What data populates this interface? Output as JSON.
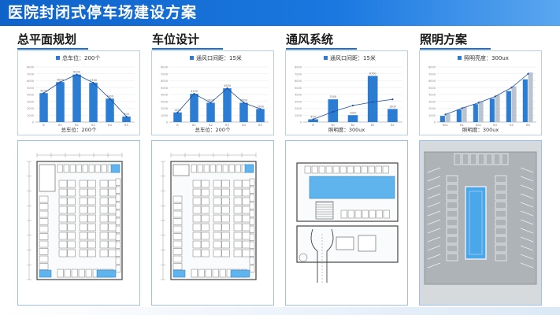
{
  "header": {
    "title": "医院封闭式停车场建设方案"
  },
  "sections": [
    {
      "title": "总平面规划"
    },
    {
      "title": "车位设计"
    },
    {
      "title": "通风系统"
    },
    {
      "title": "照明方案"
    }
  ],
  "colors": {
    "bar": "#2b7dd3",
    "bar_light": "#b8c4d0",
    "line": "#1f4e9e",
    "header": "#1266cc"
  },
  "chart_data": [
    {
      "type": "bar",
      "legend": "总车位：200个",
      "footer": "总车位：200个",
      "categories": [
        "B",
        "B1",
        "B2",
        "B3",
        "B4",
        "B5"
      ],
      "values": [
        4200,
        5800,
        6900,
        5700,
        3400,
        800
      ],
      "value_labels": [
        "4200",
        "5800",
        "6900",
        "5700",
        "3400",
        "800"
      ],
      "line": [
        4200,
        5800,
        6900,
        5700,
        3400,
        800
      ],
      "ylim": [
        0,
        8000
      ],
      "yticks": [
        0,
        1000,
        2000,
        3000,
        4000,
        5000,
        6000,
        7000,
        8000
      ]
    },
    {
      "type": "bar",
      "legend": "通风口间距：15米",
      "footer": "总车位：200个",
      "categories": [
        "B",
        "B1",
        "B2",
        "B3",
        "B4",
        "B5"
      ],
      "values": [
        1400,
        4100,
        2800,
        4900,
        2800,
        1900
      ],
      "value_labels": [
        "1400",
        "4100",
        "2800",
        "4900",
        "2800",
        "1900"
      ],
      "line": [
        1400,
        4100,
        2800,
        4900,
        2800,
        1900
      ],
      "ylim": [
        0,
        8000
      ],
      "yticks": [
        0,
        1000,
        2000,
        3000,
        4000,
        5000,
        6000,
        7000,
        8000
      ]
    },
    {
      "type": "bar",
      "legend": "通风口间距：15米",
      "footer": "照明度：300ux",
      "categories": [
        "B",
        "B1",
        "B2",
        "B3",
        "B4"
      ],
      "values": [
        400,
        3300,
        1000,
        6700,
        1900
      ],
      "value_labels": [
        "400",
        "3300",
        "1000",
        "6700",
        "1900"
      ],
      "line": [
        400,
        1500,
        2400,
        2900,
        3300
      ],
      "ylim": [
        0,
        8000
      ],
      "yticks": [
        0,
        1000,
        2000,
        3000,
        4000,
        5000,
        6000,
        7000,
        8000
      ]
    },
    {
      "type": "bar",
      "legend": "照明亮度：300ux",
      "footer": "照明度：300ux",
      "categories": [
        "B01",
        "B1",
        "B02",
        "B4",
        "B5",
        "B6"
      ],
      "series": [
        {
          "values": [
            900,
            1800,
            2600,
            3400,
            4500,
            6200
          ]
        },
        {
          "values": [
            1200,
            2200,
            3000,
            3900,
            5200,
            7200
          ]
        }
      ],
      "line": [
        1100,
        2000,
        2800,
        3700,
        5000,
        7000
      ],
      "ylim": [
        0,
        8000
      ],
      "yticks": [
        0,
        1000,
        2000,
        3000,
        4000,
        5000,
        6000,
        7000,
        8000
      ]
    }
  ]
}
